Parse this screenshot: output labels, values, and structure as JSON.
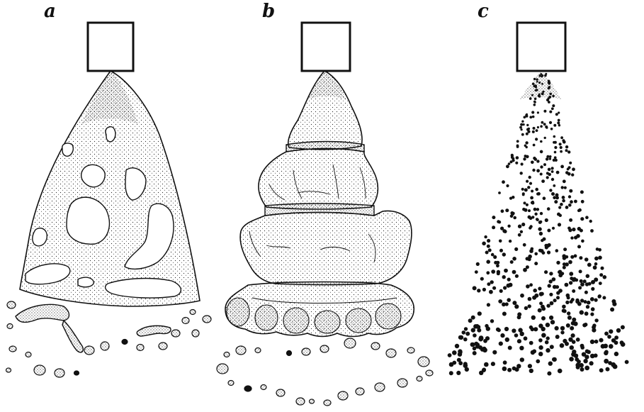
{
  "figure": {
    "panels": [
      {
        "label": "a"
      },
      {
        "label": "b"
      },
      {
        "label": "c"
      }
    ]
  },
  "colors": {
    "ink": "#111111",
    "background": "#ffffff"
  }
}
